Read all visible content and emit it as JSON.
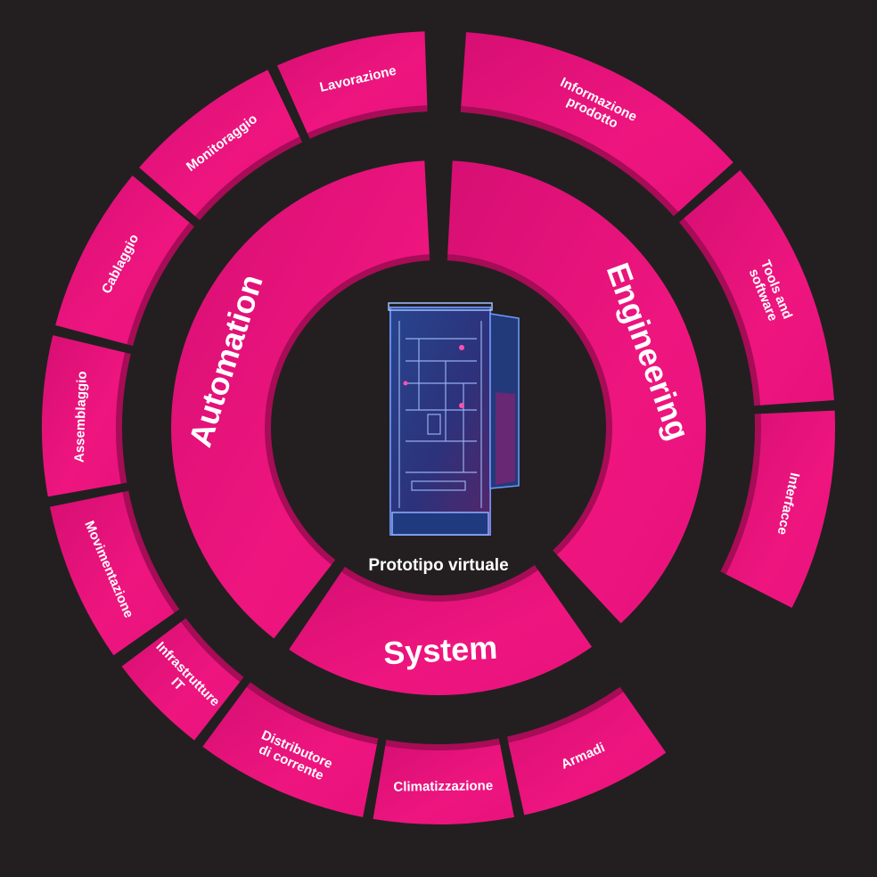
{
  "diagram": {
    "center": {
      "label": "Prototipo virtuale",
      "icon": "server-cabinet-wireframe-icon"
    },
    "colors": {
      "background": "#231f20",
      "segment": "#e8127c",
      "segment_dark": "#a70c57",
      "text": "#ffffff"
    },
    "inner_ring": [
      {
        "id": "automation",
        "label": "Automation"
      },
      {
        "id": "engineering",
        "label": "Engineering"
      },
      {
        "id": "system",
        "label": "System"
      }
    ],
    "outer_ring": [
      {
        "id": "lavorazione",
        "label": [
          "Lavorazione"
        ],
        "group": "automation"
      },
      {
        "id": "monitoraggio",
        "label": [
          "Monitoraggio"
        ],
        "group": "automation"
      },
      {
        "id": "cablaggio",
        "label": [
          "Cablaggio"
        ],
        "group": "automation"
      },
      {
        "id": "assemblaggio",
        "label": [
          "Assemblaggio"
        ],
        "group": "automation"
      },
      {
        "id": "movimentazione",
        "label": [
          "Movimentazione"
        ],
        "group": "automation"
      },
      {
        "id": "informazione-prodotto",
        "label": [
          "Informazione",
          "prodotto"
        ],
        "group": "engineering"
      },
      {
        "id": "tools-and-software",
        "label": [
          "Tools and",
          "software"
        ],
        "group": "engineering"
      },
      {
        "id": "interfacce",
        "label": [
          "Interfacce"
        ],
        "group": "engineering"
      },
      {
        "id": "infrastrutture-it",
        "label": [
          "Infrastrutture",
          "IT"
        ],
        "group": "system"
      },
      {
        "id": "distributore-di-corrente",
        "label": [
          "Distributore",
          "di corrente"
        ],
        "group": "system"
      },
      {
        "id": "climatizzazione",
        "label": [
          "Climatizzazione"
        ],
        "group": "system"
      },
      {
        "id": "armadi",
        "label": [
          "Armadi"
        ],
        "group": "system"
      }
    ]
  }
}
